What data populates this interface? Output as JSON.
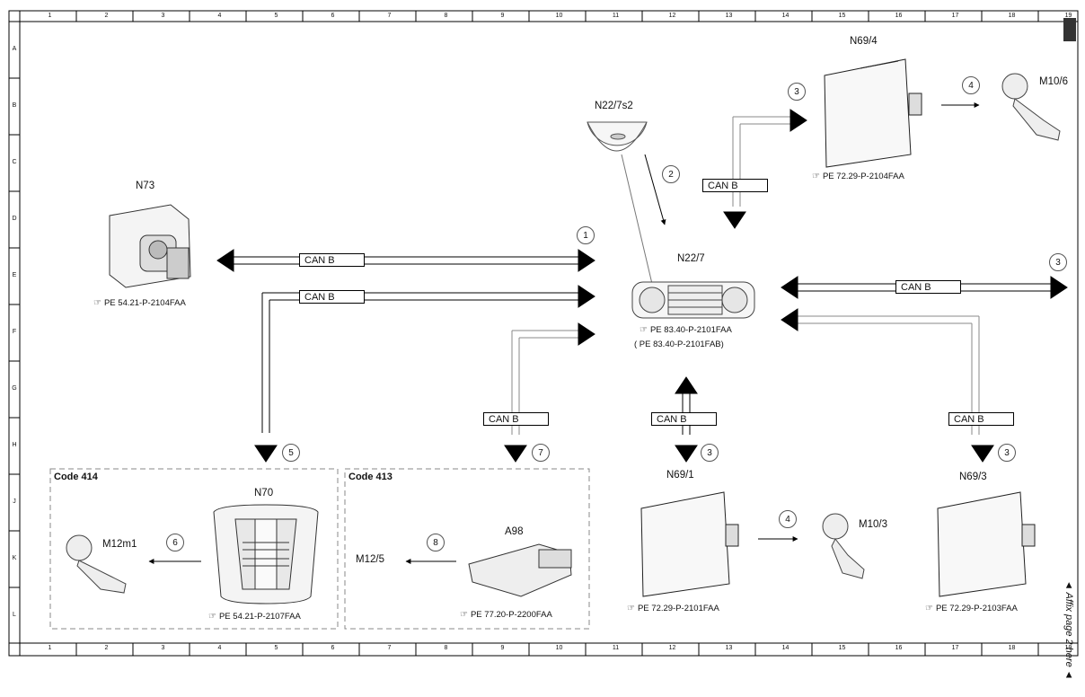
{
  "columns": [
    "1",
    "2",
    "3",
    "4",
    "5",
    "6",
    "7",
    "8",
    "9",
    "10",
    "11",
    "12",
    "13",
    "14",
    "15",
    "16",
    "17",
    "18",
    "19"
  ],
  "rows": [
    "A",
    "B",
    "C",
    "D",
    "E",
    "F",
    "G",
    "H",
    "J",
    "K",
    "L"
  ],
  "bus_label": "CAN B",
  "components": {
    "n73": {
      "name": "N73",
      "ref": "PE 54.21-P-2104FAA"
    },
    "n22_7s2": {
      "name": "N22/7s2"
    },
    "n22_7": {
      "name": "N22/7",
      "ref": "PE 83.40-P-2101FAA",
      "ref_alt": "( PE 83.40-P-2101FAB)"
    },
    "n69_4": {
      "name": "N69/4",
      "ref": "PE 72.29-P-2104FAA"
    },
    "m10_6": {
      "name": "M10/6"
    },
    "n69_1": {
      "name": "N69/1",
      "ref": "PE 72.29-P-2101FAA"
    },
    "m10_3": {
      "name": "M10/3"
    },
    "n69_3": {
      "name": "N69/3",
      "ref": "PE 72.29-P-2103FAA"
    },
    "n70": {
      "name": "N70",
      "ref": "PE 54.21-P-2107FAA"
    },
    "m12m1": {
      "name": "M12m1"
    },
    "a98": {
      "name": "A98",
      "ref": "PE 77.20-P-2200FAA"
    },
    "m12_5": {
      "name": "M12/5"
    }
  },
  "codes": {
    "code414": "Code 414",
    "code413": "Code 413"
  },
  "markers": {
    "m1": "1",
    "m2": "2",
    "m3a": "3",
    "m3b": "3",
    "m3c": "3",
    "m3d": "3",
    "m4a": "4",
    "m4b": "4",
    "m5": "5",
    "m6": "6",
    "m7": "7",
    "m8": "8"
  },
  "affix_text": "◄ Affix page 2 here ◄"
}
